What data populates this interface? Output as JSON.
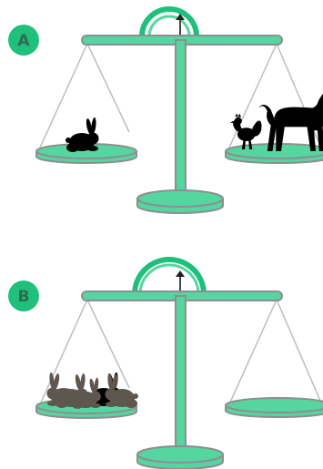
{
  "panels": [
    {
      "label": "A",
      "left_pan": [
        "rabbit"
      ],
      "right_pan": [
        "rooster",
        "dog"
      ]
    },
    {
      "label": "B",
      "left_pan": [
        "rabbit",
        "rabbit",
        "rabbit",
        "rabbit",
        "rabbit"
      ],
      "right_pan": []
    }
  ],
  "colors": {
    "scale_fill": "#55D6A0",
    "scale_stroke": "#8E8E8E",
    "badge_fill": "#1FC07B",
    "badge_text": "#2E6B52",
    "silhouette_black": "#000000",
    "silhouette_gray": "#5E5750",
    "string": "#BDBDBD"
  }
}
